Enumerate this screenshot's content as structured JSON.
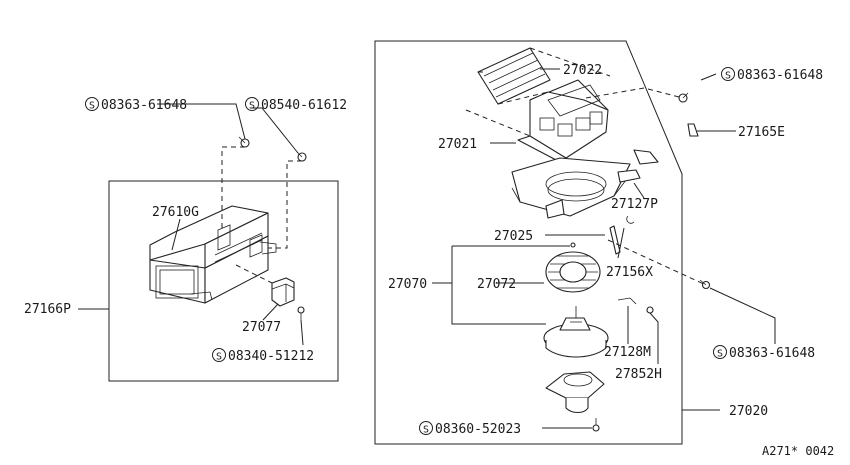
{
  "labels": {
    "p08363_61648_a": "08363-61648",
    "p08540_61612": "08540-61612",
    "p27610G": "27610G",
    "p27166P": "27166P",
    "p27077": "27077",
    "p08340_51212": "08340-51212",
    "p27022": "27022",
    "p08363_61648_b": "08363-61648",
    "p27165E": "27165E",
    "p27021": "27021",
    "p27127P": "27127P",
    "p27025": "27025",
    "p27156X": "27156X",
    "p27070": "27070",
    "p27072": "27072",
    "p08363_61648_c": "08363-61648",
    "p27128M": "27128M",
    "p27852H": "27852H",
    "p27020": "27020",
    "p08360_52023": "08360-52023",
    "code": "A271* 0042"
  },
  "screw_symbol": "S"
}
